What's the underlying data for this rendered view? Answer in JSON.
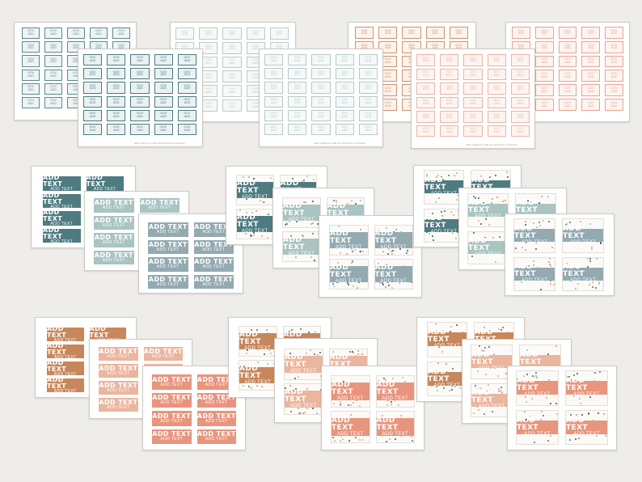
{
  "label": {
    "title": "ADD TEXT",
    "subtitle": "ADD TEXT",
    "small_line1": "GOV",
    "small_line2": "ADD"
  },
  "footer_note": "after cutting out, fold over and tuck in as shown",
  "palettes": {
    "teal": [
      "#4e7b80",
      "#a9c4c1",
      "#93aab1"
    ],
    "orange": [
      "#c8875a",
      "#ebb59e",
      "#e8957e"
    ]
  },
  "sheets": [
    {
      "kind": "small",
      "color": "#5c8a8e",
      "fill": "#eef4f3",
      "rows": 6,
      "cols": 5
    },
    {
      "kind": "small",
      "color": "#b7cdcb",
      "fill": "#f6f9f8",
      "rows": 6,
      "cols": 5
    },
    {
      "kind": "small",
      "color": "#d2936a",
      "fill": "#fbf3ec",
      "rows": 6,
      "cols": 5
    },
    {
      "kind": "small",
      "color": "#e8a393",
      "fill": "#fdf4f1",
      "rows": 6,
      "cols": 5
    },
    {
      "kind": "small",
      "color": "#4a7a7e",
      "fill": "#eaf2f1",
      "rows": 6,
      "cols": 5
    },
    {
      "kind": "small",
      "color": "#b5cac8",
      "fill": "#f6f9f8",
      "rows": 6,
      "cols": 5
    },
    {
      "kind": "small",
      "color": "#eab5a4",
      "fill": "#fdf4f1",
      "rows": 6,
      "cols": 5
    },
    {
      "kind": "label",
      "color": "#4e7b80",
      "rows": 4,
      "cols": 2,
      "dots": false
    },
    {
      "kind": "label",
      "color": "#a9c4c1",
      "rows": 4,
      "cols": 2,
      "dots": false
    },
    {
      "kind": "label",
      "color": "#93aab1",
      "rows": 4,
      "cols": 2,
      "dots": false
    },
    {
      "kind": "label",
      "color": "#4e7b80",
      "rows": 2,
      "cols": 2,
      "dots": true
    },
    {
      "kind": "label",
      "color": "#a9c4c1",
      "rows": 2,
      "cols": 2,
      "dots": true
    },
    {
      "kind": "label",
      "color": "#93aab1",
      "rows": 2,
      "cols": 2,
      "dots": true
    },
    {
      "kind": "label",
      "color": "#4e7b80",
      "rows": 2,
      "cols": 2,
      "dots": true
    },
    {
      "kind": "label",
      "color": "#a9c4c1",
      "rows": 2,
      "cols": 2,
      "dots": true
    },
    {
      "kind": "label",
      "color": "#93aab1",
      "rows": 2,
      "cols": 2,
      "dots": true
    },
    {
      "kind": "label",
      "color": "#c8875a",
      "rows": 4,
      "cols": 2,
      "dots": false
    },
    {
      "kind": "label",
      "color": "#ebb59e",
      "rows": 4,
      "cols": 2,
      "dots": false
    },
    {
      "kind": "label",
      "color": "#e8957e",
      "rows": 4,
      "cols": 2,
      "dots": false
    },
    {
      "kind": "label",
      "color": "#c8875a",
      "rows": 2,
      "cols": 2,
      "dots": true
    },
    {
      "kind": "label",
      "color": "#ebb59e",
      "rows": 2,
      "cols": 2,
      "dots": true
    },
    {
      "kind": "label",
      "color": "#e8957e",
      "rows": 2,
      "cols": 2,
      "dots": true
    },
    {
      "kind": "label",
      "color": "#c8875a",
      "rows": 2,
      "cols": 2,
      "dots": true
    },
    {
      "kind": "label",
      "color": "#ebb59e",
      "rows": 2,
      "cols": 2,
      "dots": true
    },
    {
      "kind": "label",
      "color": "#e8957e",
      "rows": 2,
      "cols": 2,
      "dots": true
    }
  ]
}
